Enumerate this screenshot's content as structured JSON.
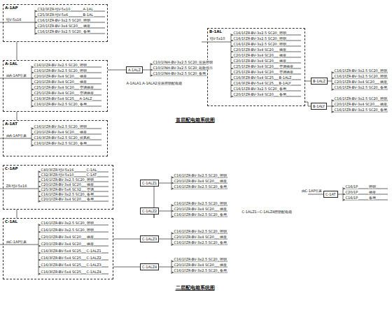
{
  "diagram": {
    "nodes": [
      {
        "text": [
          "A-1AP"
        ]
      },
      {
        "text": [
          "A-1AL"
        ]
      },
      {
        "text": [
          "A-1AT"
        ]
      },
      {
        "text": [
          "A-1ALZ"
        ]
      },
      {
        "text": [
          "B-1AL"
        ]
      },
      {
        "text": [
          "B-1ALZ"
        ]
      },
      {
        "text": [
          "B-1ALY"
        ]
      },
      {
        "text": [
          "C-1AP"
        ]
      },
      {
        "text": [
          "C-1AL"
        ]
      },
      {
        "text": [
          "C-1ALZ1"
        ]
      },
      {
        "text": [
          "C-1ALZ2"
        ]
      },
      {
        "text": [
          "C-1ALZ3"
        ]
      },
      {
        "text": [
          "C-1ALZ4"
        ]
      },
      {
        "text": [
          "C-1AT"
        ]
      }
    ],
    "edges": [
      {
        "from": 0,
        "to": 1,
        "arrow": "none"
      },
      {
        "from": 1,
        "to": 2,
        "arrow": "none"
      },
      {
        "from": 1,
        "to": 3,
        "arrow": "none"
      },
      {
        "from": 4,
        "to": 5,
        "arrow": "none"
      },
      {
        "from": 4,
        "to": 6,
        "arrow": "none"
      },
      {
        "from": 7,
        "to": 8,
        "arrow": "none"
      },
      {
        "from": 8,
        "to": 9,
        "arrow": "none"
      },
      {
        "from": 8,
        "to": 10,
        "arrow": "none"
      },
      {
        "from": 8,
        "to": 11,
        "arrow": "none"
      },
      {
        "from": 8,
        "to": 12,
        "arrow": "none"
      }
    ],
    "labels": [
      "YJV-5x16",
      "由A-1AP引来",
      "由A-1AP引来",
      "A-1ALA1,A-1ALA2应急照明配电箱",
      "YJV-5x10",
      "ZR-YJV-5x16",
      "由C-1AP引来",
      "C-1ALZ1~C-1ALZ4照明配电箱",
      "由C-1AP引来",
      "首层配电箱系统图",
      "二层配电箱系统图",
      "C32/3P",
      "ZR-YJV-5x10",
      "A-1AL",
      "C25/3P",
      "ZR-YJV-5x6",
      "B-1AL",
      "C16/1P",
      "ZR-BV-3x2.5 SC20",
      "照明",
      "C20/1P",
      "ZR-BV-3x4 SC20",
      "插座",
      "C16/1P",
      "ZR-BV-3x2.5 SC20",
      "备用",
      "C16/1P",
      "ZR-BV-3x2.5 SC20",
      "照明",
      "C16/1P",
      "ZR-BV-3x2.5 SC20",
      "照明",
      "C20/1P",
      "ZR-BV-3x4 SC20",
      "插座",
      "C20/1P",
      "ZR-BV-3x4 SC20",
      "插座",
      "C25/1P",
      "ZR-BV-3x4 SC20",
      "空调插座",
      "C25/1P",
      "ZR-BV-3x4 SC20",
      "空调插座",
      "C16/3P",
      "ZR-BV-5x4 SC25",
      "A-1ALZ",
      "C16/1P",
      "ZR-BV-3x2.5 SC20",
      "备用",
      "C16/1P",
      "ZR-BV-3x2.5 SC20",
      "照明",
      "C20/1P",
      "ZR-BV-3x4 SC20",
      "插座",
      "C16/3P",
      "ZR-BV-5x2.5 SC20",
      "排风机",
      "C16/1P",
      "ZR-BV-3x2.5 SC20",
      "备用",
      "C10/1P",
      "NH-BV-3x2.5 SC20",
      "应急照明",
      "C10/1P",
      "NH-BV-3x2.5 SC20",
      "疏散指示",
      "C10/1P",
      "NH-BV-3x2.5 SC20",
      "备用",
      "C16/1P",
      "ZR-BV-3x2.5 SC20",
      "照明",
      "C16/1P",
      "ZR-BV-3x2.5 SC20",
      "照明",
      "C16/1P",
      "ZR-BV-3x2.5 SC20",
      "照明",
      "C20/1P",
      "ZR-BV-3x4 SC20",
      "插座",
      "C20/1P",
      "ZR-BV-3x4 SC20",
      "插座",
      "C20/1P",
      "ZR-BV-3x4 SC20",
      "插座",
      "C25/1P",
      "ZR-BV-3x4 SC20",
      "空调插座",
      "C25/1P",
      "ZR-BV-3x4 SC20",
      "空调插座",
      "C16/3P",
      "ZR-BV-5x4 SC25",
      "B-1ALZ",
      "C16/3P",
      "ZR-BV-5x4 SC25",
      "B-1ALY",
      "C16/1P",
      "ZR-BV-3x2.5 SC20",
      "备用",
      "C20/1P",
      "ZR-BV-3x4 SC20",
      "备用",
      "C16/1P",
      "ZR-BV-3x2.5 SC20",
      "照明",
      "C16/1P",
      "ZR-BV-3x2.5 SC20",
      "照明",
      "C20/1P",
      "ZR-BV-3x4 SC20",
      "插座",
      "C16/1P",
      "ZR-BV-3x2.5 SC20",
      "备用",
      "C16/1P",
      "ZR-BV-3x2.5 SC20",
      "照明",
      "C20/1P",
      "ZR-BV-3x4 SC20",
      "插座",
      "C16/1P",
      "ZR-BV-3x2.5 SC20",
      "备用",
      "C40/3P",
      "ZR-YJV-5x16",
      "C-1AL",
      "C32/3P",
      "ZR-YJV-5x10",
      "C-1AT",
      "C16/1P",
      "ZR-BV-3x2.5 SC20",
      "照明",
      "C20/1P",
      "ZR-BV-3x4 SC20",
      "插座",
      "C25/3P",
      "ZR-BV-5x6 SC32",
      "空调",
      "C16/1P",
      "ZR-BV-3x2.5 SC20",
      "备用",
      "C20/1P",
      "ZR-BV-3x4 SC20",
      "备用",
      "C16/1P",
      "ZR-BV-3x2.5 SC20",
      "照明",
      "C16/1P",
      "ZR-BV-3x2.5 SC20",
      "照明",
      "C20/1P",
      "ZR-BV-3x4 SC20",
      "插座",
      "C20/1P",
      "ZR-BV-3x4 SC20",
      "插座",
      "C16/3P",
      "ZR-BV-5x4 SC25",
      "C-1ALZ1",
      "C16/3P",
      "ZR-BV-5x4 SC25",
      "C-1ALZ2",
      "C16/3P",
      "ZR-BV-5x4 SC25",
      "C-1ALZ3",
      "C16/3P",
      "ZR-BV-5x4 SC25",
      "C-1ALZ4",
      "C16/1P",
      "ZR-BV-3x2.5 SC20",
      "照明",
      "C20/1P",
      "ZR-BV-3x4 SC20",
      "插座",
      "C16/1P",
      "ZR-BV-3x2.5 SC20",
      "备用",
      "C16/1P",
      "ZR-BV-3x2.5 SC20",
      "照明",
      "C20/1P",
      "ZR-BV-3x4 SC20",
      "插座",
      "C16/1P",
      "ZR-BV-3x2.5 SC20",
      "备用",
      "C16/1P",
      "ZR-BV-3x2.5 SC20",
      "照明",
      "C20/1P",
      "ZR-BV-3x4 SC20",
      "插座",
      "C16/1P",
      "ZR-BV-3x2.5 SC20",
      "备用",
      "C16/1P",
      "ZR-BV-3x2.5 SC20",
      "照明",
      "C20/1P",
      "ZR-BV-3x4 SC20",
      "插座",
      "C16/1P",
      "ZR-BV-3x2.5 SC20",
      "备用",
      "C16/1P",
      "照明",
      "C20/1P",
      "插座",
      "C16/1P",
      "备用"
    ]
  }
}
